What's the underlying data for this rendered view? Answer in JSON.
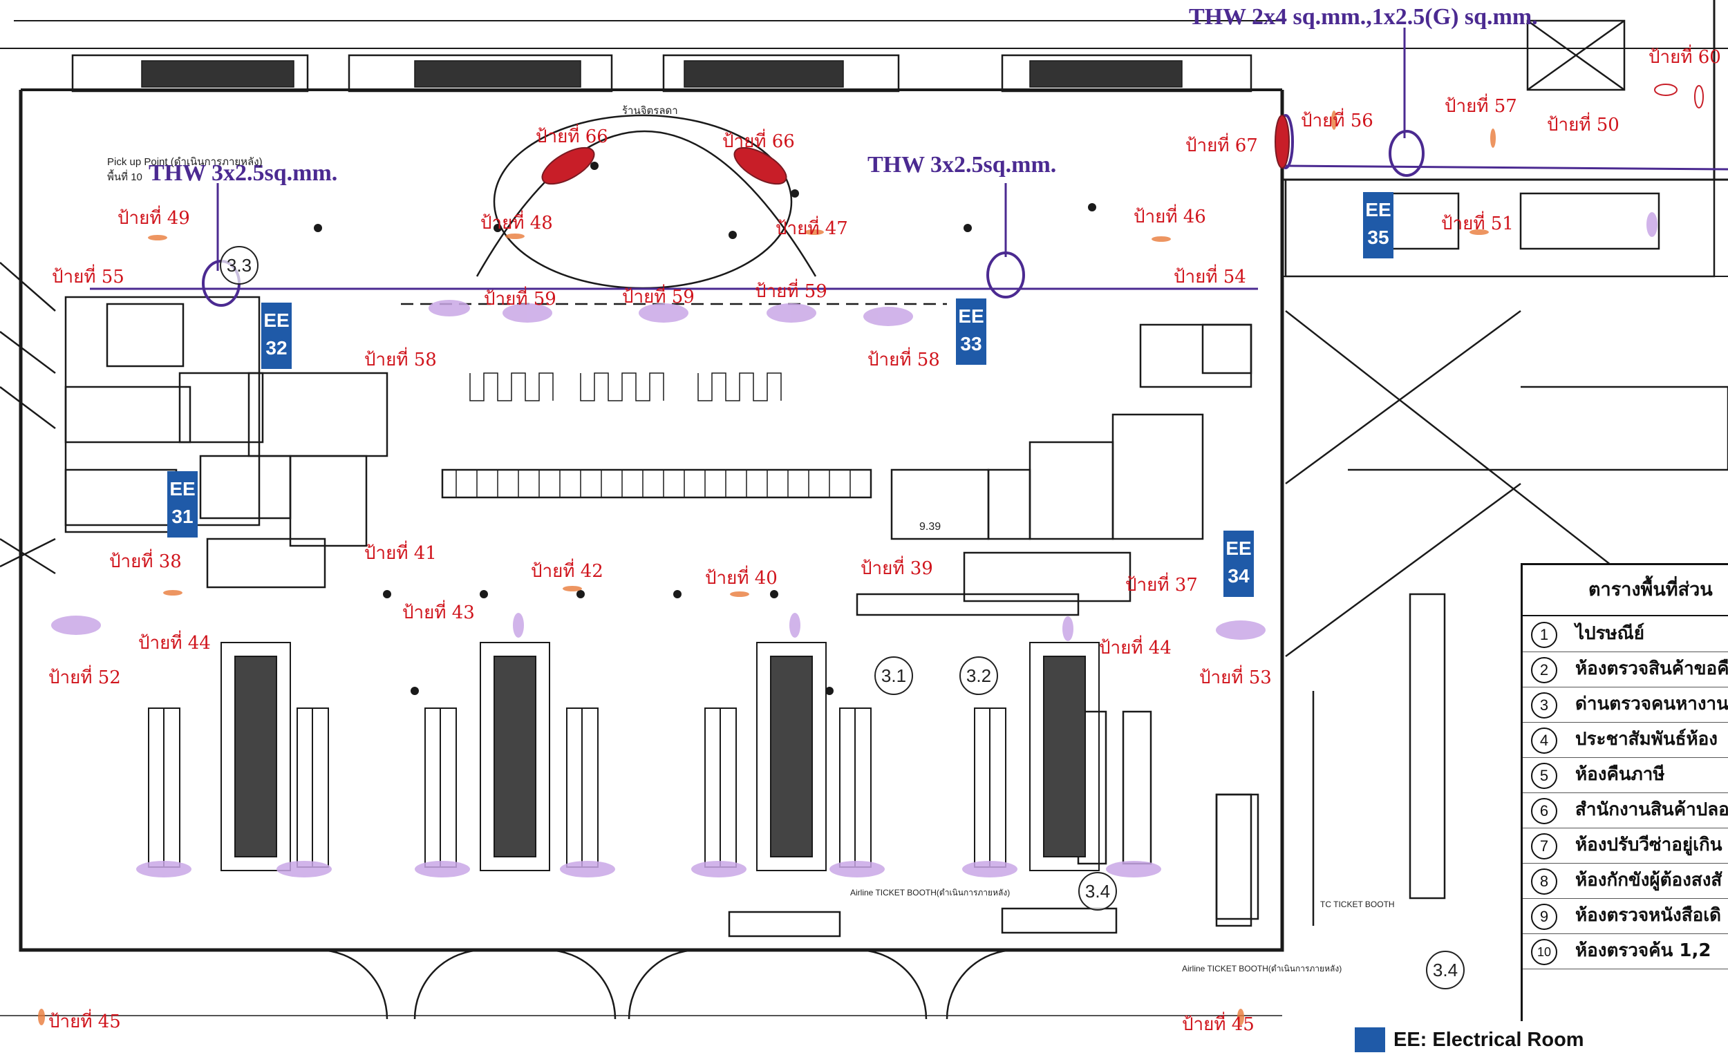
{
  "colors": {
    "sign_label": "#d0141c",
    "cable_label": "#4b2a91",
    "cable_line": "#4b2a91",
    "electrical_room": "#1f5aa8",
    "sign_marker_red": "#c81e28",
    "light_marker_purple": "#c9a7e6"
  },
  "cable_labels": [
    "THW 2x4 sq.mm.,1x2.5(G) sq.mm.",
    "THW 3x2.5sq.mm.",
    "THW 3x2.5sq.mm."
  ],
  "signs": [
    "ป้ายที่ 60",
    "ป้ายที่ 57",
    "ป้ายที่ 50",
    "ป้ายที่ 56",
    "ป้ายที่ 67",
    "ป้ายที่ 66",
    "ป้ายที่ 66",
    "ป้ายที่ 49",
    "ป้ายที่ 48",
    "ป้ายที่ 47",
    "ป้ายที่ 46",
    "ป้ายที่ 51",
    "ป้ายที่ 55",
    "ป้ายที่ 59",
    "ป้ายที่ 59",
    "ป้ายที่ 59",
    "ป้ายที่ 54",
    "ป้ายที่ 58",
    "ป้ายที่ 58",
    "ป้ายที่ 38",
    "ป้ายที่ 41",
    "ป้ายที่ 42",
    "ป้ายที่ 40",
    "ป้ายที่ 39",
    "ป้ายที่ 37",
    "ป้ายที่ 43",
    "ป้ายที่ 44",
    "ป้ายที่ 44",
    "ป้ายที่ 52",
    "ป้ายที่ 53",
    "ป้ายที่ 45",
    "ป้ายที่ 45"
  ],
  "electrical_rooms": [
    {
      "prefix": "EE",
      "number": "31"
    },
    {
      "prefix": "EE",
      "number": "32"
    },
    {
      "prefix": "EE",
      "number": "33"
    },
    {
      "prefix": "EE",
      "number": "34"
    },
    {
      "prefix": "EE",
      "number": "35"
    }
  ],
  "zone_markers": [
    "3.3",
    "3.1",
    "3.2",
    "3.4",
    "3.4"
  ],
  "plan_text": {
    "pickup": "Pick up Point (ดำเนินการภายหลัง)",
    "pickup_sub": "พื้นที่ 10",
    "shop": "ร้านจิตรลดา",
    "dim": "9.39",
    "airline_booth_1": "Airline TICKET BOOTH(ดำเนินการภายหลัง)",
    "airline_booth_2": "Airline TICKET BOOTH(ดำเนินการภายหลัง)",
    "tc_booth": "TC TICKET BOOTH"
  },
  "area_table": {
    "title": "ตารางพื้นที่ส่วน",
    "rows": [
      {
        "num": "1",
        "name": "ไปรษณีย์"
      },
      {
        "num": "2",
        "name": "ห้องตรวจสินค้าขอคื"
      },
      {
        "num": "3",
        "name": "ด่านตรวจคนหางาน"
      },
      {
        "num": "4",
        "name": "ประชาสัมพันธ์ห้อง"
      },
      {
        "num": "5",
        "name": "ห้องคืนภาษี"
      },
      {
        "num": "6",
        "name": "สำนักงานสินค้าปลอ"
      },
      {
        "num": "7",
        "name": "ห้องปรับวีซ่าอยู่เกิน"
      },
      {
        "num": "8",
        "name": "ห้องกักขังผู้ต้องสงสั"
      },
      {
        "num": "9",
        "name": "ห้องตรวจหนังสือเดิ"
      },
      {
        "num": "10",
        "name": "ห้องตรวจค้น 1,2"
      }
    ]
  },
  "legend": {
    "ee": "EE: Electrical Room"
  }
}
